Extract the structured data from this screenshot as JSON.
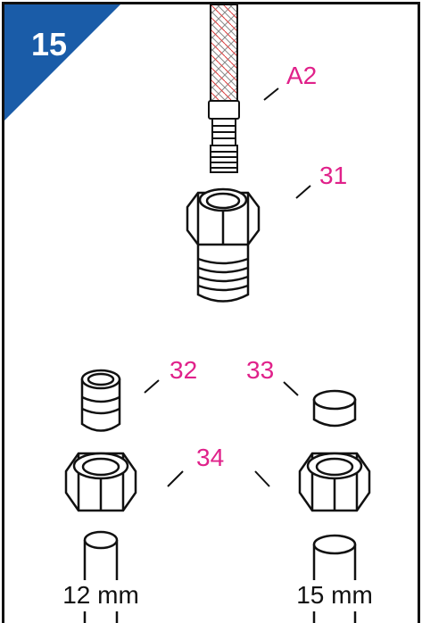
{
  "step": {
    "number": "15",
    "badge_color": "#1a5ca8"
  },
  "callouts": {
    "a2": "A2",
    "p31": "31",
    "p32": "32",
    "p33": "33",
    "p34": "34"
  },
  "callout_color": "#e0218a",
  "pipes": {
    "left_size": "12 mm",
    "right_size": "15 mm"
  }
}
